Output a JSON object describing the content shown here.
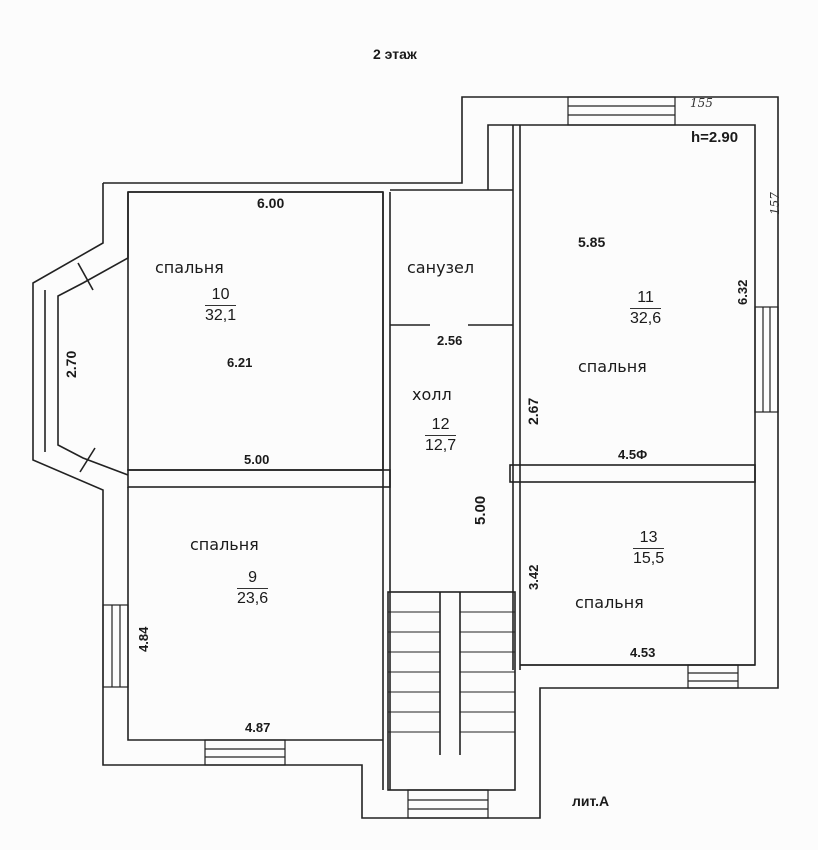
{
  "title": "2 этаж",
  "ceiling_height": "h=2.90",
  "handwritten": [
    "155",
    "157"
  ],
  "rooms": {
    "r10": {
      "name": "спальня",
      "number": "10",
      "area": "32,1",
      "dims": [
        "6.00",
        "2.70",
        "6.21",
        "5.00"
      ]
    },
    "wc": {
      "name": "санузел",
      "dims": [
        "2.56"
      ]
    },
    "r12": {
      "name": "холл",
      "number": "12",
      "area": "12,7",
      "dims": [
        "2.67",
        "5.00"
      ]
    },
    "r11": {
      "name": "спальня",
      "number": "11",
      "area": "32,6",
      "dims": [
        "5.85",
        "6.32",
        "4.5Ф"
      ]
    },
    "r9": {
      "name": "спальня",
      "number": "9",
      "area": "23,6",
      "dims": [
        "4.84",
        "4.87"
      ]
    },
    "r13": {
      "name": "спальня",
      "number": "13",
      "area": "15,5",
      "dims": [
        "3.42",
        "4.53"
      ]
    }
  },
  "building_label": "лит.А"
}
